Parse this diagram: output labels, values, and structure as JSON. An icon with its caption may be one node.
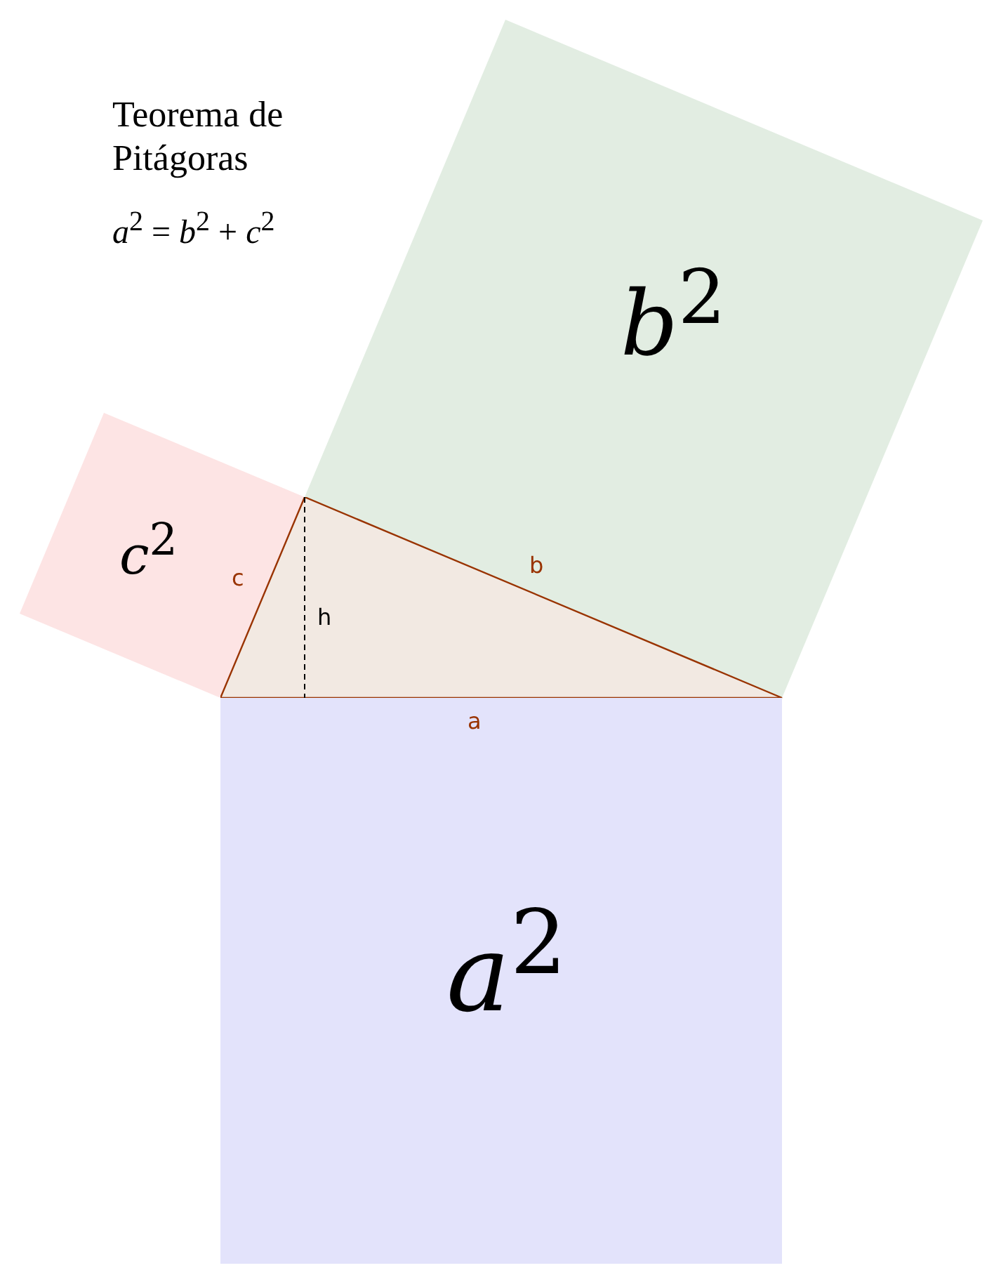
{
  "diagram": {
    "title": "Teorema de Pitágoras",
    "nodes": [
      {
        "text": [
          "*c*$^{2}$"
        ]
      },
      {
        "text": [
          "*b*$^{2}$"
        ]
      },
      {
        "text": [],
        "shape": "triangle"
      },
      {
        "text": [
          "*a*$^{2}$"
        ]
      }
    ],
    "labels": [
      "*a*$^{2}$ = *b*$^{2}$ + *c*$^{2}$",
      "c",
      "h",
      "b",
      "a"
    ]
  }
}
